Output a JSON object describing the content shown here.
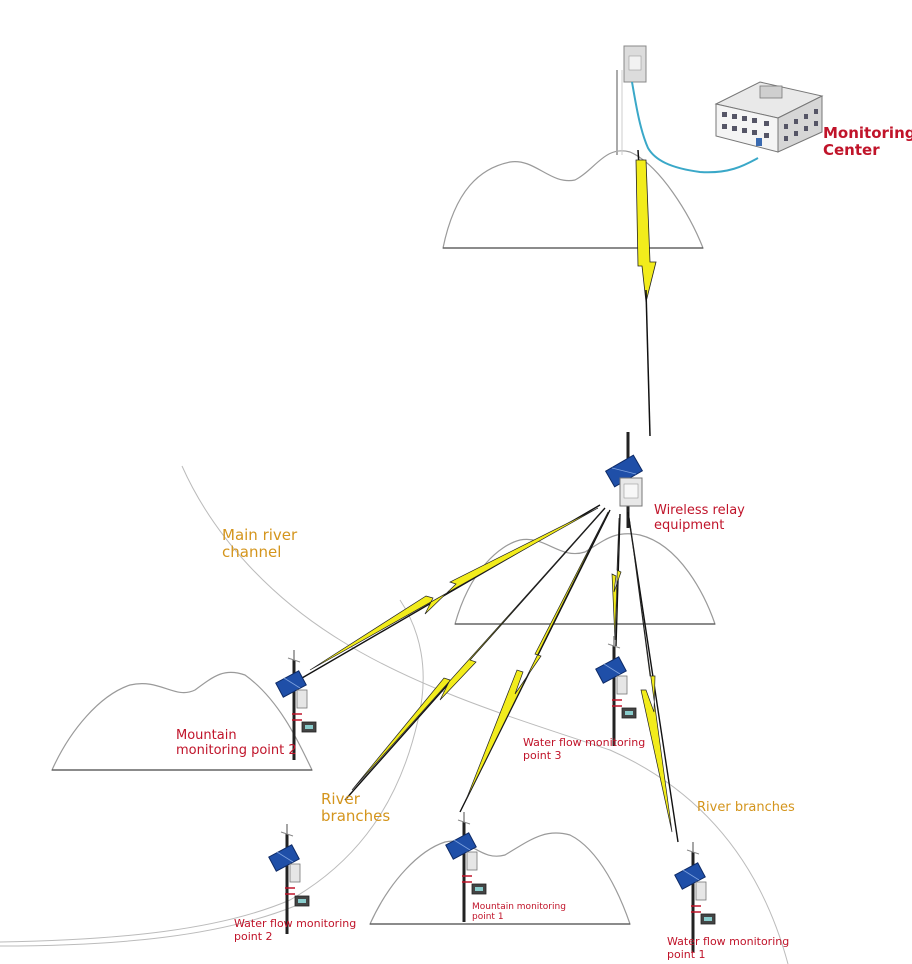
{
  "labels": {
    "monitoring_center_l1": "Monitoring",
    "monitoring_center_l2": "Center",
    "relay_l1": "Wireless relay",
    "relay_l2": "equipment",
    "main_river_l1": "Main river",
    "main_river_l2": "channel",
    "mountain2_l1": "Mountain",
    "mountain2_l2": "monitoring point 2",
    "water3_l1": "Water flow monitoring",
    "water3_l2": "point 3",
    "river_branches_left_l1": "River",
    "river_branches_left_l2": "branches",
    "river_branches_right": "River branches",
    "water2_l1": "Water flow monitoring",
    "water2_l2": "point 2",
    "mountain1_l1": "Mountain monitoring",
    "mountain1_l2": "point 1",
    "water1_l1": "Water flow monitoring",
    "water1_l2": "point 1"
  },
  "colors": {
    "label_red": "#c0142a",
    "label_gold": "#d4951d",
    "lightning": "#f2ec1c",
    "cable": "#3aa8c8"
  }
}
